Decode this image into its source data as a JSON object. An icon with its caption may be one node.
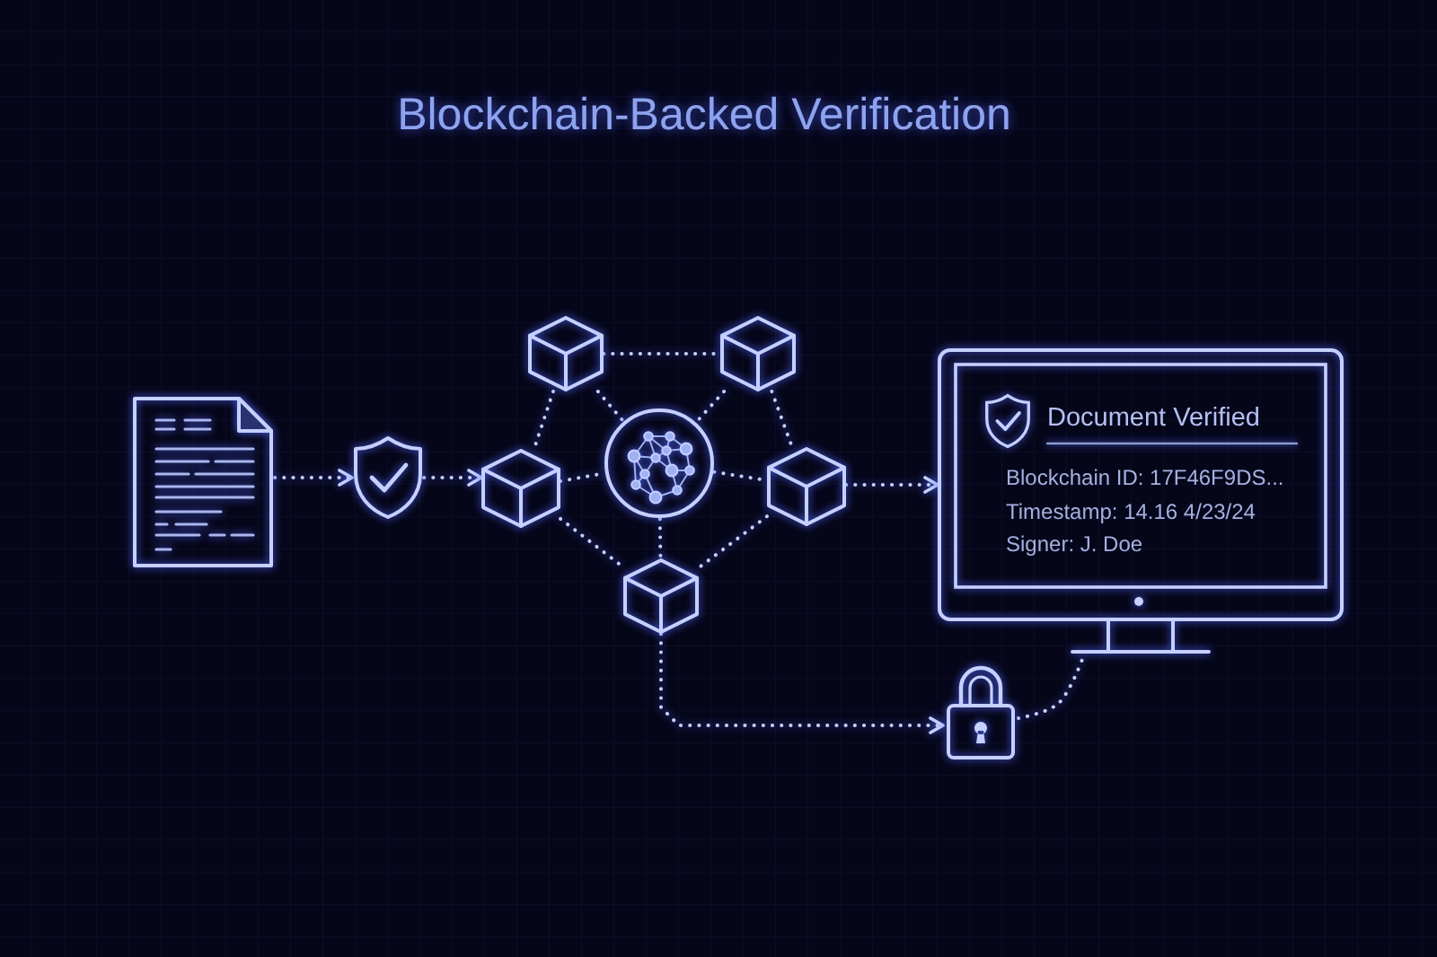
{
  "diagram": {
    "title": "Blockchain-Backed Verification",
    "nodes": [
      {
        "text": [],
        "shape": "document"
      },
      {
        "text": [],
        "shape": "shield"
      },
      {
        "text": [],
        "shape": "cube"
      },
      {
        "text": [],
        "shape": "cube"
      },
      {
        "text": [],
        "shape": "cube"
      },
      {
        "text": [],
        "shape": "circle"
      },
      {
        "text": [],
        "shape": "cube"
      },
      {
        "text": [],
        "shape": "cube"
      },
      {
        "text": [
          "Document Verified",
          "Blockchain ID: 17F46F9DS...",
          "Timestamp: 14.16 4/23/24",
          "Signer: J. Doe"
        ]
      },
      {
        "text": [],
        "shape": "lock"
      }
    ],
    "edges": [
      {
        "from": 0,
        "to": 1,
        "arrow": "to"
      },
      {
        "from": 1,
        "to": 2,
        "arrow": "to"
      },
      {
        "from": 3,
        "to": 4,
        "arrow": "none"
      },
      {
        "from": 3,
        "to": 5,
        "arrow": "none"
      },
      {
        "from": 4,
        "to": 5,
        "arrow": "none"
      },
      {
        "from": 2,
        "to": 5,
        "arrow": "none"
      },
      {
        "from": 5,
        "to": 6,
        "arrow": "none"
      },
      {
        "from": 5,
        "to": 7,
        "arrow": "none"
      },
      {
        "from": 3,
        "to": 2,
        "arrow": "none"
      },
      {
        "from": 4,
        "to": 6,
        "arrow": "none"
      },
      {
        "from": 2,
        "to": 7,
        "arrow": "none"
      },
      {
        "from": 6,
        "to": 7,
        "arrow": "none"
      },
      {
        "from": 6,
        "to": 8,
        "arrow": "to"
      },
      {
        "from": 7,
        "to": 9,
        "arrow": "to"
      },
      {
        "from": 9,
        "to": 8,
        "arrow": "none"
      }
    ]
  }
}
